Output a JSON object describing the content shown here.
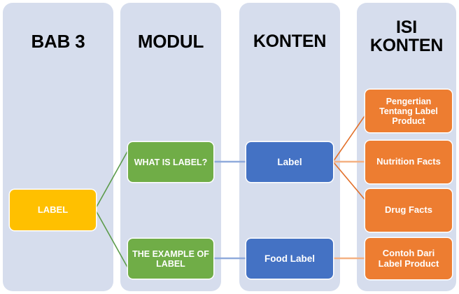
{
  "diagram": {
    "title": "BAB 3 - LABEL content map",
    "colors": {
      "panel": "#d6dded",
      "yellow": "#ffc000",
      "green": "#70ad47",
      "blue": "#4472c4",
      "orange": "#ed7d31",
      "link_green": "#5b9b4a",
      "link_blue": "#8faadc",
      "link_orange": "#e2702a",
      "link_salmon": "#f4b183",
      "title_text": "#000000",
      "node_text": "#ffffff"
    },
    "columns": [
      {
        "id": "col-bab3",
        "title": "BAB 3"
      },
      {
        "id": "col-modul",
        "title": "MODUL"
      },
      {
        "id": "col-konten",
        "title": "KONTEN"
      },
      {
        "id": "col-isikonten",
        "title": "ISI\nKONTEN"
      }
    ],
    "nodes": {
      "label_root": "LABEL",
      "what_is_label": "WHAT IS LABEL?",
      "the_example_of_label": "THE EXAMPLE OF\nLABEL",
      "label": "Label",
      "food_label": "Food Label",
      "pengertian": "Pengertian\nTentang Label\nProduct",
      "nutrition_facts": "Nutrition Facts",
      "drug_facts": "Drug Facts",
      "contoh": "Contoh Dari\nLabel Product"
    },
    "connections": [
      {
        "from": "label_root",
        "to": "what_is_label",
        "color": "#5b9b4a",
        "style": "diagonal"
      },
      {
        "from": "label_root",
        "to": "the_example_of_label",
        "color": "#5b9b4a",
        "style": "diagonal"
      },
      {
        "from": "what_is_label",
        "to": "label",
        "color": "#8faadc",
        "style": "horizontal"
      },
      {
        "from": "the_example_of_label",
        "to": "food_label",
        "color": "#8faadc",
        "style": "horizontal"
      },
      {
        "from": "label",
        "to": "pengertian",
        "color": "#e2702a",
        "style": "diagonal"
      },
      {
        "from": "label",
        "to": "nutrition_facts",
        "color": "#f4b183",
        "style": "horizontal"
      },
      {
        "from": "label",
        "to": "drug_facts",
        "color": "#e2702a",
        "style": "diagonal"
      },
      {
        "from": "food_label",
        "to": "contoh",
        "color": "#f4b183",
        "style": "horizontal"
      }
    ]
  }
}
